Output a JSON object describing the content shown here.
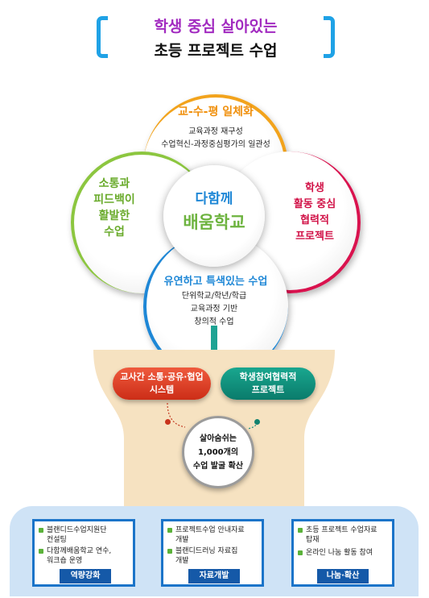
{
  "title": {
    "line1": "학생 중심 살아있는",
    "line2": "초등 프로젝트 수업"
  },
  "circles": {
    "top": {
      "heading": "교-수-평 일체화",
      "lines": [
        "교육과정 재구성",
        "수업혁신-과정중심평가의 일관성"
      ]
    },
    "left": {
      "lines": [
        "소통과",
        "피드백이",
        "활발한",
        "수업"
      ]
    },
    "right": {
      "lines": [
        "학생",
        "활동 중심",
        "협력적",
        "프로젝트"
      ]
    },
    "bottom": {
      "heading": "유연하고 특색있는 수업",
      "lines": [
        "단위학교/학년/학급",
        "교육과정 기반",
        "창의적 수업"
      ]
    },
    "center": {
      "line1": "다함께",
      "line2": "배움학교"
    }
  },
  "funnel": {
    "left_pill": [
      "교사간 소통·공유·협업",
      "시스템"
    ],
    "right_pill": [
      "학생참여협력적",
      "프로젝트"
    ],
    "hub": [
      "살아숨쉬는",
      "1,000개의",
      "수업 발굴 확산"
    ]
  },
  "panels": [
    {
      "label": "역량강화",
      "items": [
        [
          "블랜디드수업지원단",
          "컨설팅"
        ],
        [
          "다함께배움학교 연수,",
          "워크숍 운영"
        ]
      ]
    },
    {
      "label": "자료개발",
      "items": [
        [
          "프로젝트수업 안내자료",
          "개발"
        ],
        [
          "블랜디드러닝 자료집",
          "개발"
        ]
      ]
    },
    {
      "label": "나눔·확산",
      "items": [
        [
          "초등 프로젝트 수업자료",
          "탑재"
        ],
        [
          "온라인 나눔 활동 참여"
        ]
      ]
    }
  ],
  "colors": {
    "title_purple": "#a22bc0",
    "bracket_blue": "#1fa2e6",
    "orange": "#f2a31c",
    "green": "#8cc63f",
    "crimson": "#d9124e",
    "blue": "#1e87d6",
    "teal": "#1ea393",
    "funnel": "#f6e2c1",
    "panel_bar": "#1559a8"
  }
}
